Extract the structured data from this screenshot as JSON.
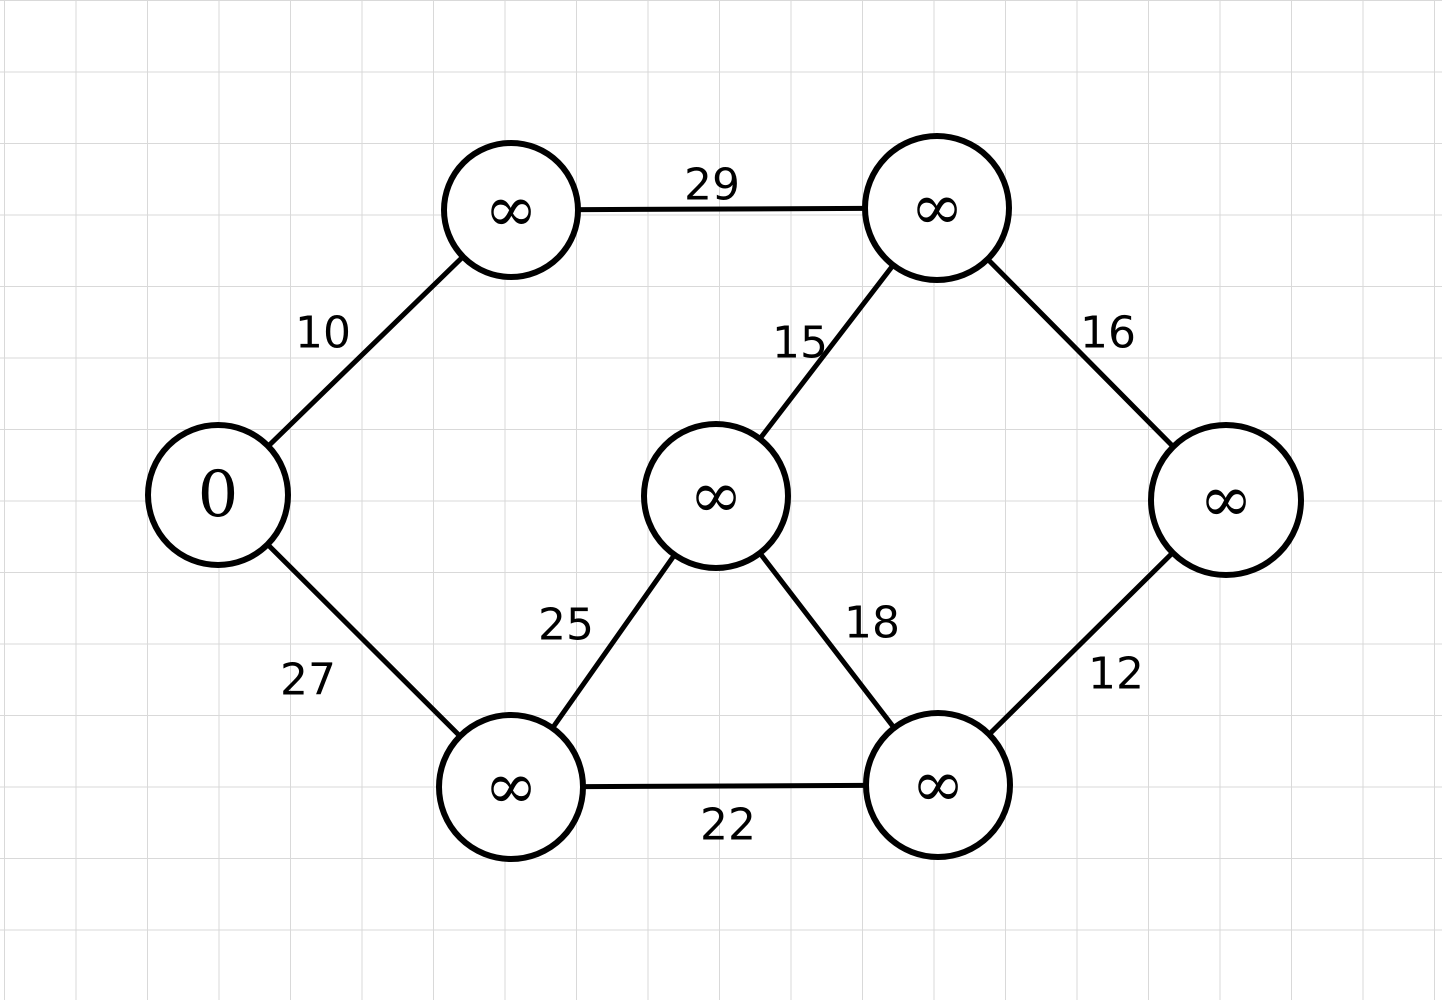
{
  "graph": {
    "nodes": [
      {
        "id": "A",
        "label": "0"
      },
      {
        "id": "B",
        "label": "∞"
      },
      {
        "id": "C",
        "label": "∞"
      },
      {
        "id": "D",
        "label": "∞"
      },
      {
        "id": "E",
        "label": "∞"
      },
      {
        "id": "F",
        "label": "∞"
      },
      {
        "id": "G",
        "label": "∞"
      }
    ],
    "edges": [
      {
        "id": "A-B",
        "from": "A",
        "to": "B",
        "weight": "10"
      },
      {
        "id": "A-E",
        "from": "A",
        "to": "E",
        "weight": "27"
      },
      {
        "id": "B-C",
        "from": "B",
        "to": "C",
        "weight": "29"
      },
      {
        "id": "C-D",
        "from": "C",
        "to": "D",
        "weight": "15"
      },
      {
        "id": "C-G",
        "from": "C",
        "to": "G",
        "weight": "16"
      },
      {
        "id": "D-E",
        "from": "D",
        "to": "E",
        "weight": "25"
      },
      {
        "id": "D-F",
        "from": "D",
        "to": "F",
        "weight": "18"
      },
      {
        "id": "E-F",
        "from": "E",
        "to": "F",
        "weight": "22"
      },
      {
        "id": "G-F",
        "from": "G",
        "to": "F",
        "weight": "12"
      }
    ]
  }
}
